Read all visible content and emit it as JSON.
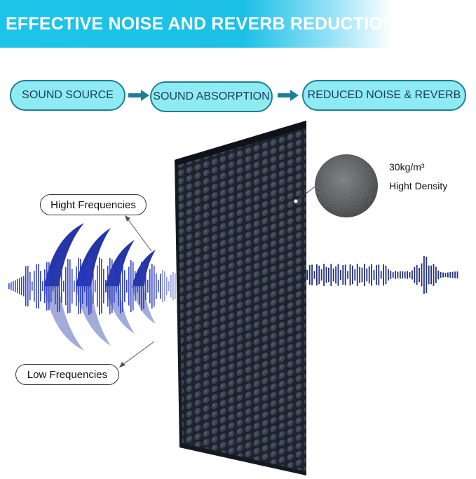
{
  "banner": {
    "title": "EFFECTIVE NOISE AND REVERB REDUCTION",
    "color": "#1ec4e8"
  },
  "flow": {
    "steps": [
      {
        "label": "SOUND SOURCE"
      },
      {
        "label": "SOUND ABSORPTION"
      },
      {
        "label": "REDUCED NOISE & REVERB"
      }
    ],
    "pill_fill": "#8eebf2",
    "pill_border": "#1e7e95",
    "arrow_color": "#1e7e95"
  },
  "material": {
    "density_value": "30kg/m³",
    "density_label": "Hight Density",
    "foam_color": "#252b36"
  },
  "frequencies": {
    "high_label": "Hight Frequencies",
    "low_label": "Low Frequencies",
    "wave_color": "#2a3cc0"
  }
}
